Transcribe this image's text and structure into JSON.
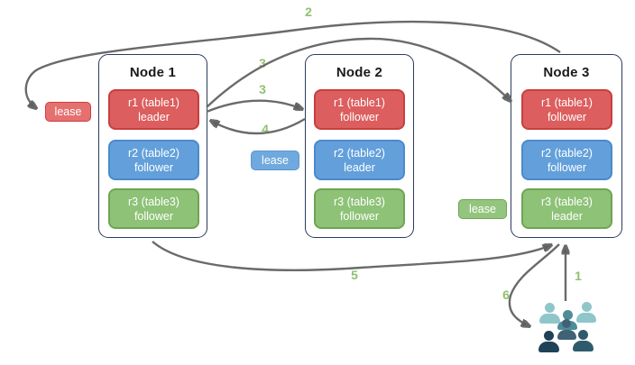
{
  "diagram_title": "replica leaseholder replication diagram",
  "styles": {
    "background": "#ffffff",
    "arrow_color": "#6a6a6a",
    "arrowhead_color": "#5f5f5f",
    "step_label_color": "#8fc170",
    "node_border": "#2b3c5e",
    "node_title_color": "#1a1a1a",
    "replica_text_color": "#ffffff"
  },
  "nodes": [
    {
      "title": "Node 1",
      "replicas": [
        {
          "line1": "r1 (table1)",
          "line2": "leader",
          "fill": "#dc5e5e",
          "border": "#c83f3f"
        },
        {
          "line1": "r2 (table2)",
          "line2": "follower",
          "fill": "#63a0db",
          "border": "#4a8bc9"
        },
        {
          "line1": "r3 (table3)",
          "line2": "follower",
          "fill": "#8ec277",
          "border": "#6fa453"
        }
      ]
    },
    {
      "title": "Node 2",
      "replicas": [
        {
          "line1": "r1 (table1)",
          "line2": "follower",
          "fill": "#dc5e5e",
          "border": "#c83f3f"
        },
        {
          "line1": "r2 (table2)",
          "line2": "leader",
          "fill": "#63a0db",
          "border": "#4a8bc9"
        },
        {
          "line1": "r3 (table3)",
          "line2": "follower",
          "fill": "#8ec277",
          "border": "#6fa453"
        }
      ]
    },
    {
      "title": "Node 3",
      "replicas": [
        {
          "line1": "r1 (table1)",
          "line2": "follower",
          "fill": "#dc5e5e",
          "border": "#c83f3f"
        },
        {
          "line1": "r2 (table2)",
          "line2": "follower",
          "fill": "#63a0db",
          "border": "#4a8bc9"
        },
        {
          "line1": "r3 (table3)",
          "line2": "leader",
          "fill": "#8ec277",
          "border": "#6fa453"
        }
      ]
    }
  ],
  "leases": [
    {
      "label": "lease",
      "fill": "#e57070",
      "border": "#d43c3c"
    },
    {
      "label": "lease",
      "fill": "#6fa9dd",
      "border": "#5a97cf"
    },
    {
      "label": "lease",
      "fill": "#94c57e",
      "border": "#6fa554"
    }
  ],
  "steps": {
    "s1": "1",
    "s2": "2",
    "s3a": "3",
    "s3b": "3",
    "s4": "4",
    "s5": "5",
    "s6": "6"
  },
  "users": {
    "people": [
      {
        "name": "back-left",
        "color": "#8fc6c9"
      },
      {
        "name": "back-right",
        "color": "#8fc6c9"
      },
      {
        "name": "mid-center",
        "color": "#4d8d99"
      },
      {
        "name": "front-center",
        "color": "#3f6374"
      },
      {
        "name": "front-left",
        "color": "#1f4258"
      },
      {
        "name": "front-right",
        "color": "#2e5b6b"
      }
    ]
  }
}
